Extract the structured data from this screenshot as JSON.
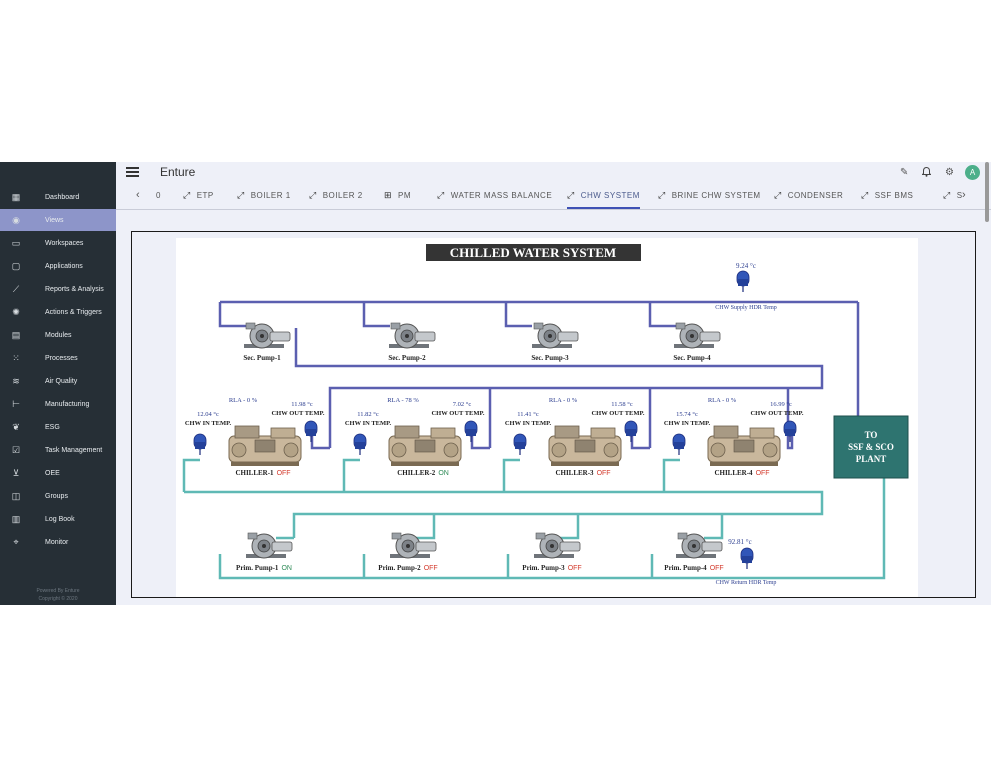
{
  "app": {
    "title": "Enture"
  },
  "sidebar": {
    "items": [
      {
        "label": "Dashboard",
        "icon": "dashboard-icon",
        "active": false
      },
      {
        "label": "Views",
        "icon": "eye-icon",
        "active": true
      },
      {
        "label": "Workspaces",
        "icon": "folder-icon",
        "active": false
      },
      {
        "label": "Applications",
        "icon": "window-icon",
        "active": false
      },
      {
        "label": "Reports & Analysis",
        "icon": "chart-line-icon",
        "active": false
      },
      {
        "label": "Actions & Triggers",
        "icon": "bulb-icon",
        "active": false
      },
      {
        "label": "Modules",
        "icon": "modules-icon",
        "active": false
      },
      {
        "label": "Processes",
        "icon": "dots-grid-icon",
        "active": false
      },
      {
        "label": "Air Quality",
        "icon": "air-icon",
        "active": false
      },
      {
        "label": "Manufacturing",
        "icon": "tree-icon",
        "active": false
      },
      {
        "label": "ESG",
        "icon": "leaf-icon",
        "active": false
      },
      {
        "label": "Task Management",
        "icon": "calendar-check-icon",
        "active": false
      },
      {
        "label": "OEE",
        "icon": "monitor-plant-icon",
        "active": false
      },
      {
        "label": "Groups",
        "icon": "groups-icon",
        "active": false
      },
      {
        "label": "Log Book",
        "icon": "book-icon",
        "active": false
      },
      {
        "label": "Monitor",
        "icon": "monitor-icon",
        "active": false
      }
    ],
    "footer": {
      "line1": "Powered By Enture",
      "line2": "Copyright © 2020"
    }
  },
  "tabs": [
    {
      "label": "0",
      "icon": "",
      "active": false
    },
    {
      "label": "ETP",
      "icon": "diagonal-arrow-icon",
      "active": false
    },
    {
      "label": "BOILER 1",
      "icon": "diagonal-arrow-icon",
      "active": false
    },
    {
      "label": "BOILER 2",
      "icon": "diagonal-arrow-icon",
      "active": false
    },
    {
      "label": "PM",
      "icon": "grid-icon",
      "active": false
    },
    {
      "label": "WATER MASS BALANCE",
      "icon": "diagonal-arrow-icon",
      "active": false
    },
    {
      "label": "CHW SYSTEM",
      "icon": "diagonal-arrow-icon",
      "active": true
    },
    {
      "label": "BRINE CHW SYSTEM",
      "icon": "diagonal-arrow-icon",
      "active": false
    },
    {
      "label": "CONDENSER",
      "icon": "diagonal-arrow-icon",
      "active": false
    },
    {
      "label": "SSF BMS",
      "icon": "diagonal-arrow-icon",
      "active": false
    },
    {
      "label": "S",
      "icon": "diagonal-arrow-icon",
      "active": false
    }
  ],
  "diagram": {
    "title": "CHILLED WATER SYSTEM",
    "supply_header": {
      "value": "9.24 °c",
      "label": "CHW Supply HDR Temp"
    },
    "return_header": {
      "value": "92.81 °c",
      "label": "CHW Return HDR Temp"
    },
    "plant_box": {
      "line1": "TO",
      "line2": "SSF & SCO",
      "line3": "PLANT"
    },
    "sec_pumps": [
      "Sec. Pump-1",
      "Sec. Pump-2",
      "Sec. Pump-3",
      "Sec. Pump-4"
    ],
    "chillers": [
      {
        "name": "CHILLER-1",
        "status": "OFF",
        "rla": "RLA - 0 %",
        "in_temp": "12.04 °c",
        "out_temp": "11.98 °c"
      },
      {
        "name": "CHILLER-2",
        "status": "ON",
        "rla": "RLA - 78 %",
        "in_temp": "11.82 °c",
        "out_temp": "7.02 °c"
      },
      {
        "name": "CHILLER-3",
        "status": "OFF",
        "rla": "RLA - 0 %",
        "in_temp": "11.41 °c",
        "out_temp": "11.58 °c"
      },
      {
        "name": "CHILLER-4",
        "status": "OFF",
        "rla": "RLA - 0 %",
        "in_temp": "15.74 °c",
        "out_temp": "16.99 °c"
      }
    ],
    "in_label": "CHW IN TEMP.",
    "out_label": "CHW OUT TEMP.",
    "prim_pumps": [
      {
        "name": "Prim. Pump-1",
        "status": "ON"
      },
      {
        "name": "Prim. Pump-2",
        "status": "OFF"
      },
      {
        "name": "Prim. Pump-3",
        "status": "OFF"
      },
      {
        "name": "Prim. Pump-4",
        "status": "OFF"
      }
    ],
    "colors": {
      "supply_pipe": "#5b5fb0",
      "return_pipe": "#5fb9b5",
      "on": "#2e8b57",
      "off": "#d33a2c",
      "plant_box": "#2e7470",
      "value_text": "#2b3d8f"
    }
  }
}
